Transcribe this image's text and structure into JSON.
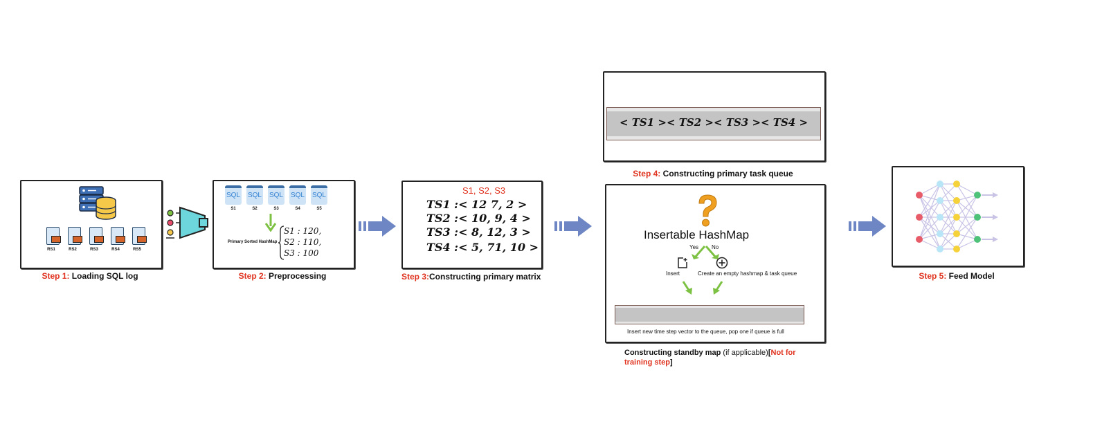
{
  "step1": {
    "caption_prefix": "Step 1:",
    "caption_text": " Loading SQL log",
    "files": [
      "RS1",
      "RS2",
      "RS3",
      "RS4",
      "RS5"
    ]
  },
  "step2": {
    "caption_prefix": "Step 2:",
    "caption_text": " Preprocessing",
    "cards": [
      {
        "icon": "SQL",
        "label": "S1"
      },
      {
        "icon": "SQL",
        "label": "S2"
      },
      {
        "icon": "SQL",
        "label": "S3"
      },
      {
        "icon": "SQL",
        "label": "S4"
      },
      {
        "icon": "SQL",
        "label": "S5"
      }
    ],
    "hashmap_label": "Primary Sorted HashMap",
    "entries": [
      "S1 : 120,",
      "S2 : 110,",
      "S3 : 100"
    ]
  },
  "step3": {
    "caption_prefix": "Step 3:",
    "caption_text": "Constructing primary matrix",
    "header": "S1, S2, S3",
    "rows": [
      "TS1 :< 12 7, 2 >",
      "TS2 :< 10, 9, 4 >",
      "TS3 :< 8, 12, 3 >",
      "TS4 :< 5, 71, 10 >"
    ]
  },
  "step4": {
    "caption_prefix": "Step 4:",
    "caption_text": " Constructing primary task queue",
    "queue": "< TS1 >< TS2 >< TS3 >< TS4 >"
  },
  "standby": {
    "title": "Insertable HashMap",
    "yes": "Yes",
    "no": "No",
    "insert": "Insert",
    "create": "Create an empty hashmap & task queue",
    "note": "Insert new time step vector to the queue, pop one if queue is full",
    "caption_bold": "Constructing standby map",
    "caption_paren": " (if applicable)",
    "caption_bracket_open": "[",
    "caption_red": "Not for training step",
    "caption_bracket_close": "]"
  },
  "step5": {
    "caption_prefix": "Step 5:",
    "caption_text": " Feed Model"
  },
  "colors": {
    "accent_red": "#e0321e",
    "arrow_blue": "#6f86c4",
    "arrow_green": "#7cc142",
    "question_orange": "#f0a020"
  }
}
